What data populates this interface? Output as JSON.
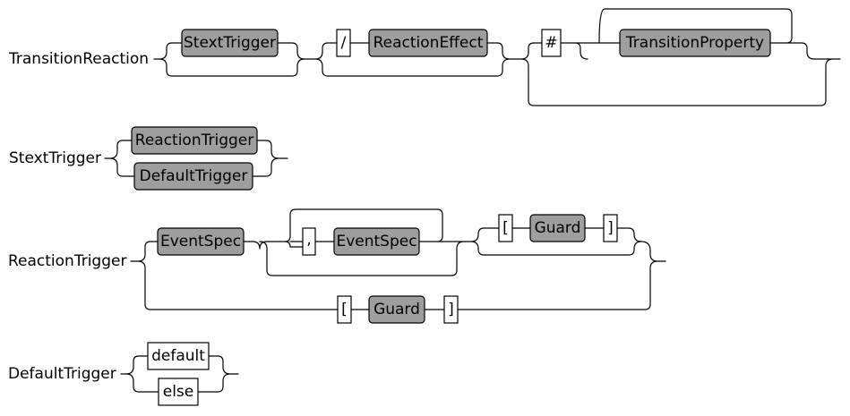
{
  "rules": [
    {
      "name": "TransitionReaction",
      "items": {
        "stextTrigger": "StextTrigger",
        "slash": "/",
        "reactionEffect": "ReactionEffect",
        "hash": "#",
        "transitionProperty": "TransitionProperty"
      }
    },
    {
      "name": "StextTrigger",
      "items": {
        "reactionTrigger": "ReactionTrigger",
        "defaultTrigger": "DefaultTrigger"
      }
    },
    {
      "name": "ReactionTrigger",
      "items": {
        "eventSpec1": "EventSpec",
        "comma": ",",
        "eventSpec2": "EventSpec",
        "lbracket1": "[",
        "guard1": "Guard",
        "rbracket1": "]",
        "lbracket2": "[",
        "guard2": "Guard",
        "rbracket2": "]"
      }
    },
    {
      "name": "DefaultTrigger",
      "items": {
        "default": "default",
        "else": "else"
      }
    }
  ]
}
